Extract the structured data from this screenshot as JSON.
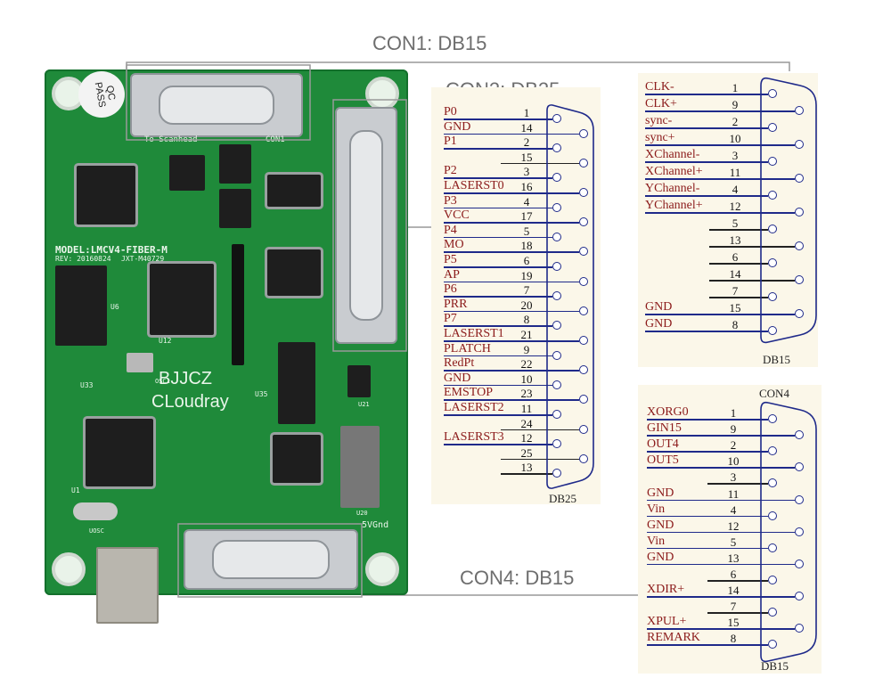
{
  "titles": {
    "con1": "CON1: DB15",
    "con2": "CON2: DB25",
    "con4": "CON4: DB15"
  },
  "board": {
    "qc_line1": "QC",
    "qc_line2": "PASS",
    "model": "MODEL:LMCV4-FIBER-M",
    "rev": "REV: 20160824",
    "jxt": "JXT-M40729",
    "brand1": "BJJCZ",
    "brand2": "CLoudray",
    "to_scanhead": "To Scanhead",
    "con1_silk": "CON1",
    "gnd_5v": "5VGnd",
    "u1": "U1",
    "u6": "U6",
    "u12": "U12",
    "u33": "U33",
    "u35": "U35",
    "osc1": "OSC1",
    "uosc": "UOSC",
    "u21": "U21",
    "u20": "U20"
  },
  "db25": {
    "caption": "DB25",
    "rows": [
      {
        "label": "P0",
        "pin": "1"
      },
      {
        "label": "GND",
        "pin": "14"
      },
      {
        "label": "P1",
        "pin": "2"
      },
      {
        "label": "",
        "pin": "15"
      },
      {
        "label": "P2",
        "pin": "3"
      },
      {
        "label": "LASERST0",
        "pin": "16"
      },
      {
        "label": "P3",
        "pin": "4"
      },
      {
        "label": "VCC",
        "pin": "17"
      },
      {
        "label": "P4",
        "pin": "5"
      },
      {
        "label": "MO",
        "pin": "18"
      },
      {
        "label": "P5",
        "pin": "6"
      },
      {
        "label": "AP",
        "pin": "19"
      },
      {
        "label": "P6",
        "pin": "7"
      },
      {
        "label": "PRR",
        "pin": "20"
      },
      {
        "label": "P7",
        "pin": "8"
      },
      {
        "label": "LASERST1",
        "pin": "21"
      },
      {
        "label": "PLATCH",
        "pin": "9"
      },
      {
        "label": "RedPt",
        "pin": "22"
      },
      {
        "label": "GND",
        "pin": "10"
      },
      {
        "label": "EMSTOP",
        "pin": "23"
      },
      {
        "label": "LASERST2",
        "pin": "11"
      },
      {
        "label": "",
        "pin": "24"
      },
      {
        "label": "LASERST3",
        "pin": "12"
      },
      {
        "label": "",
        "pin": "25"
      },
      {
        "label": "",
        "pin": "13"
      }
    ]
  },
  "db15_con1": {
    "caption": "DB15",
    "rows": [
      {
        "label": "CLK-",
        "pin": "1"
      },
      {
        "label": "CLK+",
        "pin": "9"
      },
      {
        "label": "sync-",
        "pin": "2"
      },
      {
        "label": "sync+",
        "pin": "10"
      },
      {
        "label": "XChannel-",
        "pin": "3"
      },
      {
        "label": "XChannel+",
        "pin": "11"
      },
      {
        "label": "YChannel-",
        "pin": "4"
      },
      {
        "label": "YChannel+",
        "pin": "12"
      },
      {
        "label": "",
        "pin": "5"
      },
      {
        "label": "",
        "pin": "13"
      },
      {
        "label": "",
        "pin": "6"
      },
      {
        "label": "",
        "pin": "14"
      },
      {
        "label": "",
        "pin": "7"
      },
      {
        "label": "GND",
        "pin": "15"
      },
      {
        "label": "GND",
        "pin": "8"
      }
    ]
  },
  "db15_con4": {
    "header": "CON4",
    "caption": "DB15",
    "rows": [
      {
        "label": "XORG0",
        "pin": "1"
      },
      {
        "label": "GIN15",
        "pin": "9"
      },
      {
        "label": "OUT4",
        "pin": "2"
      },
      {
        "label": "OUT5",
        "pin": "10"
      },
      {
        "label": "",
        "pin": "3"
      },
      {
        "label": "GND",
        "pin": "11"
      },
      {
        "label": "Vin",
        "pin": "4"
      },
      {
        "label": "GND",
        "pin": "12"
      },
      {
        "label": "Vin",
        "pin": "5"
      },
      {
        "label": "GND",
        "pin": "13"
      },
      {
        "label": "",
        "pin": "6"
      },
      {
        "label": "XDIR+",
        "pin": "14"
      },
      {
        "label": "",
        "pin": "7"
      },
      {
        "label": "XPUL+",
        "pin": "15"
      },
      {
        "label": "REMARK",
        "pin": "8"
      }
    ]
  },
  "colors": {
    "board": "#1f8a3a",
    "wire": "#1f2a8a",
    "label_red": "#8b1a1a",
    "panel": "#fbf7e9",
    "callout": "#999999"
  }
}
